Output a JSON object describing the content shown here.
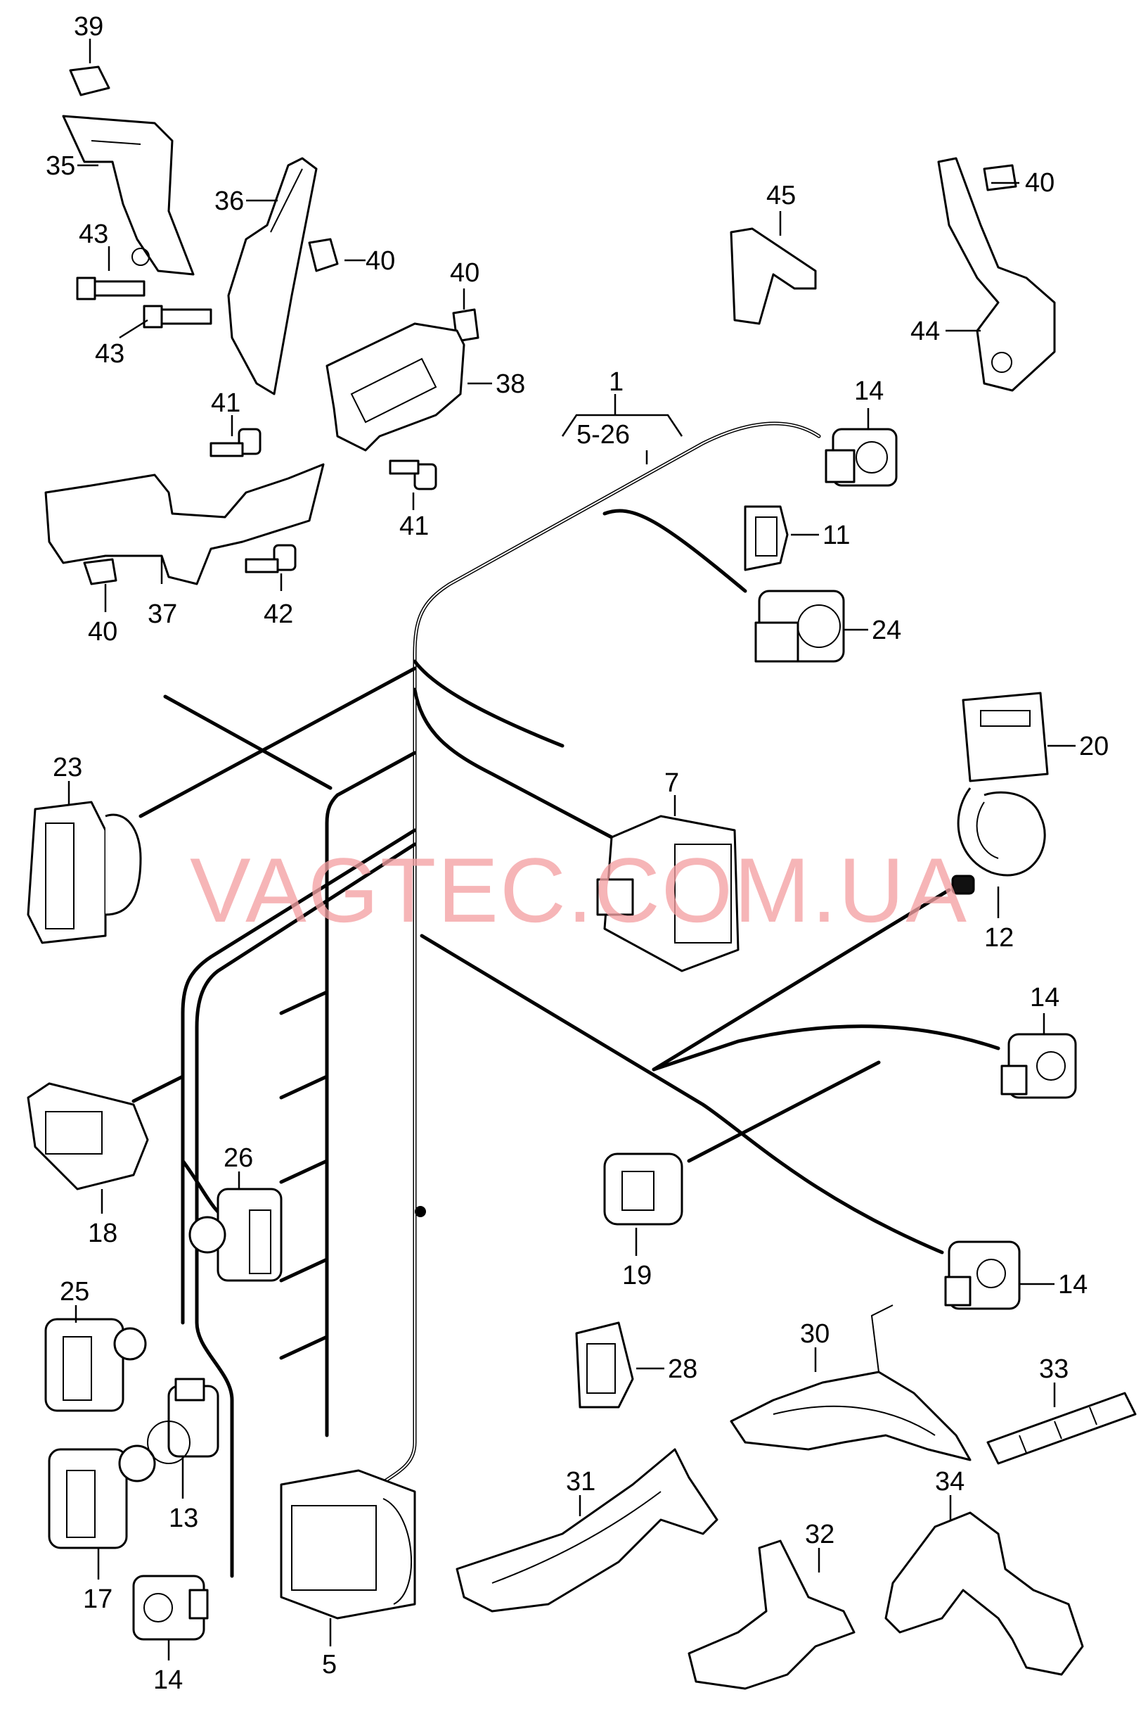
{
  "watermark": "VAGTEC.COM.UA",
  "labels": {
    "l1": "1",
    "l1_range": "5-26",
    "l5": "5",
    "l7": "7",
    "l11": "11",
    "l12": "12",
    "l13": "13",
    "l14_top": "14",
    "l14_mid": "14",
    "l14_right": "14",
    "l14_bottom": "14",
    "l17": "17",
    "l18": "18",
    "l19": "19",
    "l20": "20",
    "l23": "23",
    "l24": "24",
    "l25": "25",
    "l26": "26",
    "l28": "28",
    "l30": "30",
    "l31": "31",
    "l32": "32",
    "l33": "33",
    "l34": "34",
    "l35": "35",
    "l36": "36",
    "l37": "37",
    "l38": "38",
    "l39": "39",
    "l40_a": "40",
    "l40_b": "40",
    "l40_c": "40",
    "l40_d": "40",
    "l41_a": "41",
    "l41_b": "41",
    "l42": "42",
    "l43_a": "43",
    "l43_b": "43",
    "l44": "44",
    "l45": "45"
  }
}
